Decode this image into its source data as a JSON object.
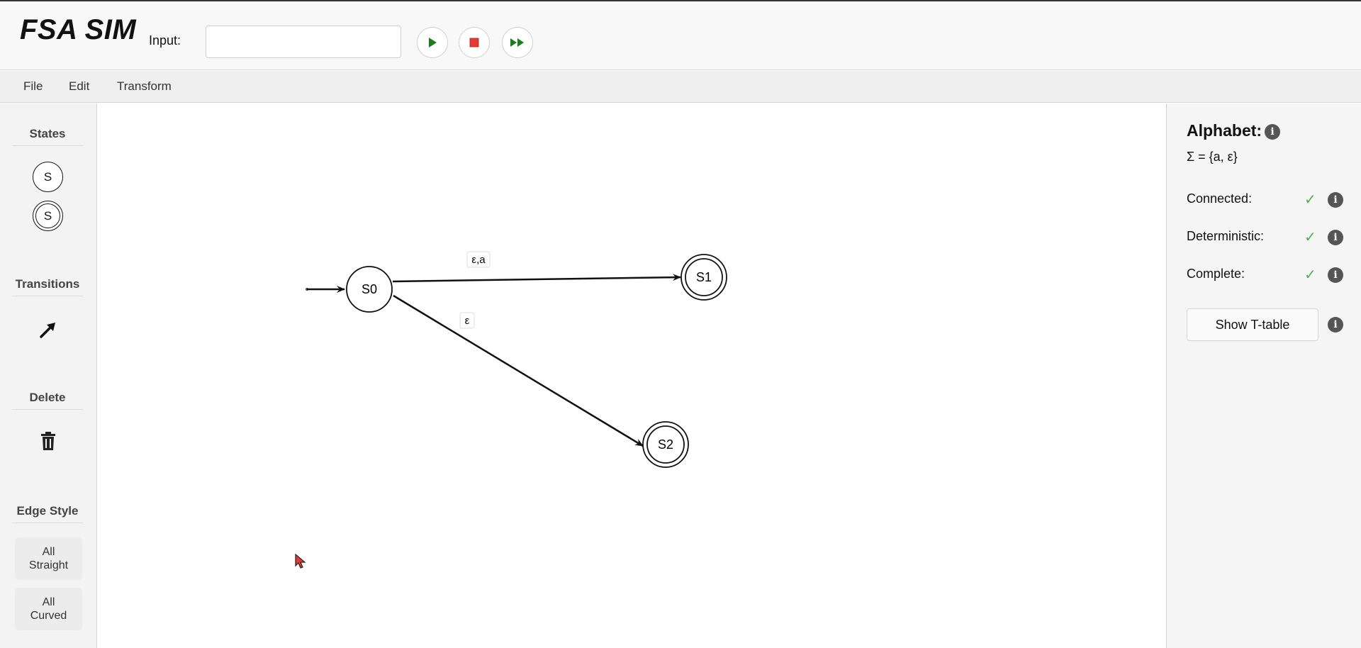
{
  "header": {
    "app_title": "FSA SIM",
    "input_label": "Input:",
    "input_value": "",
    "buttons": {
      "run": "play-icon",
      "stop": "stop-icon",
      "fast_forward": "fast-forward-icon"
    },
    "colors": {
      "run": "#1a7f1a",
      "stop": "#e53935",
      "fast_forward": "#1a7f1a"
    }
  },
  "menu": {
    "file": "File",
    "edit": "Edit",
    "transform": "Transform"
  },
  "toolbar": {
    "states_heading": "States",
    "state_normal_label": "S",
    "state_accepting_label": "S",
    "transitions_heading": "Transitions",
    "transition_icon": "arrow-icon",
    "delete_heading": "Delete",
    "delete_icon": "trash-icon",
    "edge_style_heading": "Edge Style",
    "all_straight_label_1": "All",
    "all_straight_label_2": "Straight",
    "all_curved_label_1": "All",
    "all_curved_label_2": "Curved"
  },
  "automaton": {
    "states": [
      {
        "id": "S0",
        "initial": true,
        "accepting": false
      },
      {
        "id": "S1",
        "initial": false,
        "accepting": true
      },
      {
        "id": "S2",
        "initial": false,
        "accepting": true
      }
    ],
    "transitions": [
      {
        "from": "S0",
        "to": "S1",
        "label": "ε,a"
      },
      {
        "from": "S0",
        "to": "S2",
        "label": "ε"
      }
    ]
  },
  "panel": {
    "alphabet_title": "Alphabet:",
    "alphabet_value": "Σ = {a, ε}",
    "connected_label": "Connected:",
    "connected": true,
    "deterministic_label": "Deterministic:",
    "deterministic": true,
    "complete_label": "Complete:",
    "complete": true,
    "check_mark": "✓",
    "info_mark": "i",
    "ttable_button": "Show T-table",
    "check_color": "#4caf50"
  }
}
